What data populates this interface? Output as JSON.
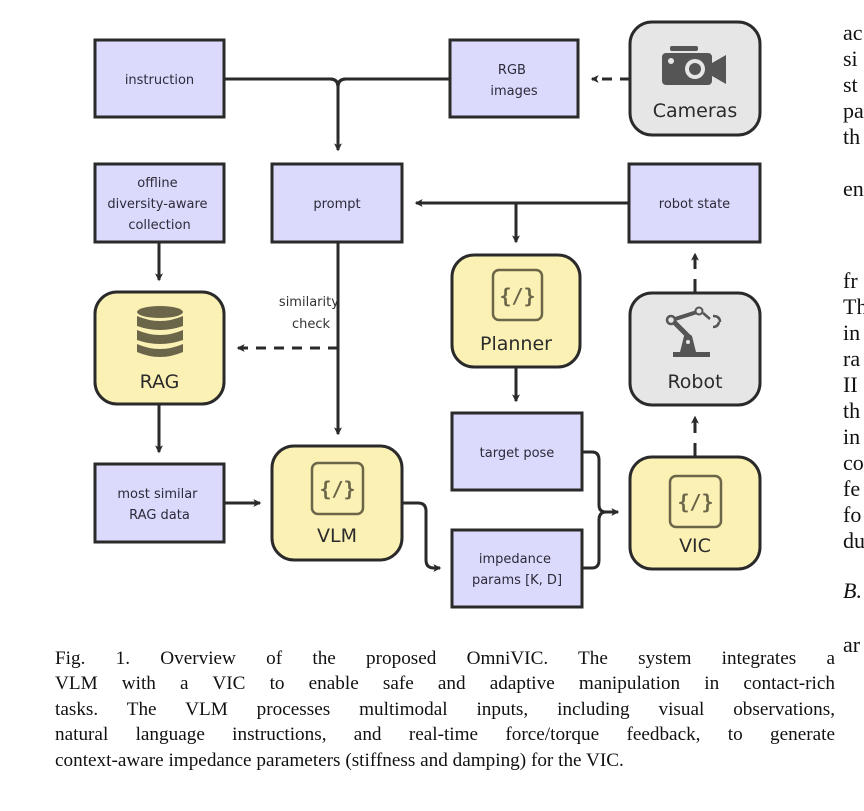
{
  "figure": {
    "nodes": {
      "instruction": {
        "label": [
          "instruction"
        ]
      },
      "rgb_images": {
        "label": [
          "RGB",
          "images"
        ]
      },
      "cameras": {
        "label": "Cameras",
        "icon": "video-camera-icon"
      },
      "offline_collection": {
        "label": [
          "offline",
          "diversity-aware",
          "collection"
        ]
      },
      "prompt": {
        "label": [
          "prompt"
        ]
      },
      "robot_state": {
        "label": [
          "robot state"
        ]
      },
      "rag": {
        "label": "RAG",
        "icon": "database-icon"
      },
      "planner": {
        "label": "Planner",
        "icon": "code-icon"
      },
      "robot": {
        "label": "Robot",
        "icon": "robot-arm-icon"
      },
      "most_similar": {
        "label": [
          "most similar",
          "RAG data"
        ]
      },
      "vlm": {
        "label": "VLM",
        "icon": "code-icon"
      },
      "target_pose": {
        "label": [
          "target pose"
        ]
      },
      "impedance_params": {
        "label": [
          "impedance",
          "params [K, D]"
        ]
      },
      "vic": {
        "label": "VIC",
        "icon": "code-icon"
      }
    },
    "edge_labels": {
      "similarity_check": [
        "similarity",
        "check"
      ]
    },
    "colors": {
      "data_box_fill": "#dcdafc",
      "module_fill": "#fcf1b4",
      "hardware_fill": "#e6e6e6",
      "stroke": "#2a2a2a",
      "icon": "#6b6649",
      "hw_icon": "#555555"
    }
  },
  "caption": {
    "lines": [
      "Fig. 1.  Overview of the proposed OmniVIC. The system integrates a",
      "VLM with a VIC to enable safe and adaptive manipulation in contact-rich",
      "tasks. The VLM processes multimodal inputs, including visual observations,",
      "natural language instructions, and real-time force/torque feedback, to generate",
      "context-aware impedance parameters (stiffness and damping) for the VIC."
    ]
  },
  "right_column_fragments": [
    "ac",
    "si",
    "st",
    "pa",
    "th",
    "en",
    "fr",
    "Th",
    "in",
    "ra",
    "II",
    "th",
    "in",
    "co",
    "fe",
    "fo",
    "du",
    "B.",
    "ar"
  ]
}
